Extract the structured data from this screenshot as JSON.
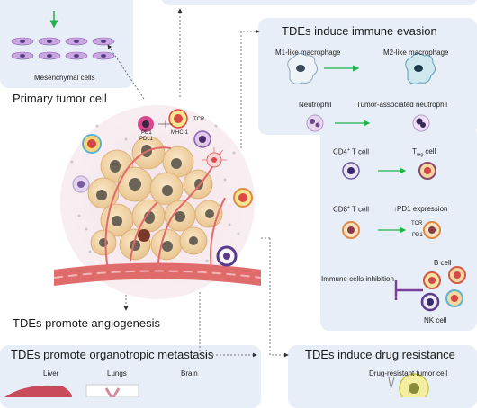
{
  "emt": {
    "mesenchymal_label": "Mesenchymal cells"
  },
  "primary": {
    "title": "Primary tumor cell",
    "tcr": "TCR",
    "pd1": "PD1",
    "pdl1": "PDL1",
    "mhc1": "MHC-1"
  },
  "immune": {
    "title": "TDEs induce immune evasion",
    "m1": "M1-like macrophage",
    "m2": "M2-like macrophage",
    "neutrophil": "Neutrophil",
    "tan": "Tumor-associated neutrophil",
    "cd4": "CD4",
    "cd4_sup": "+",
    "cd4_tail": " T cell",
    "treg_t": "T",
    "treg_sub": "reg",
    "treg_tail": " cell",
    "cd8": "CD8",
    "cd8_sup": "+",
    "cd8_tail": " T cell",
    "pd1_expr": "↑PD1 expression",
    "tcr": "TCR",
    "pd1": "PD1",
    "b_cell": "B cell",
    "inhibition": "Immune cells inhibition",
    "nk_cell": "NK cell"
  },
  "angiogenesis": {
    "title": "TDEs promote angiogenesis"
  },
  "metastasis": {
    "title": "TDEs promote organotropic metastasis",
    "liver": "Liver",
    "lungs": "Lungs",
    "brain": "Brain"
  },
  "drug": {
    "title": "TDEs induce drug resistance",
    "resistant": "Drug-resistant tumor cell"
  },
  "colors": {
    "panel": "#e8eef7",
    "arrow_green": "#22b04b",
    "inhibit_purple": "#7b3f9e",
    "vessel": "#e06b6b"
  }
}
